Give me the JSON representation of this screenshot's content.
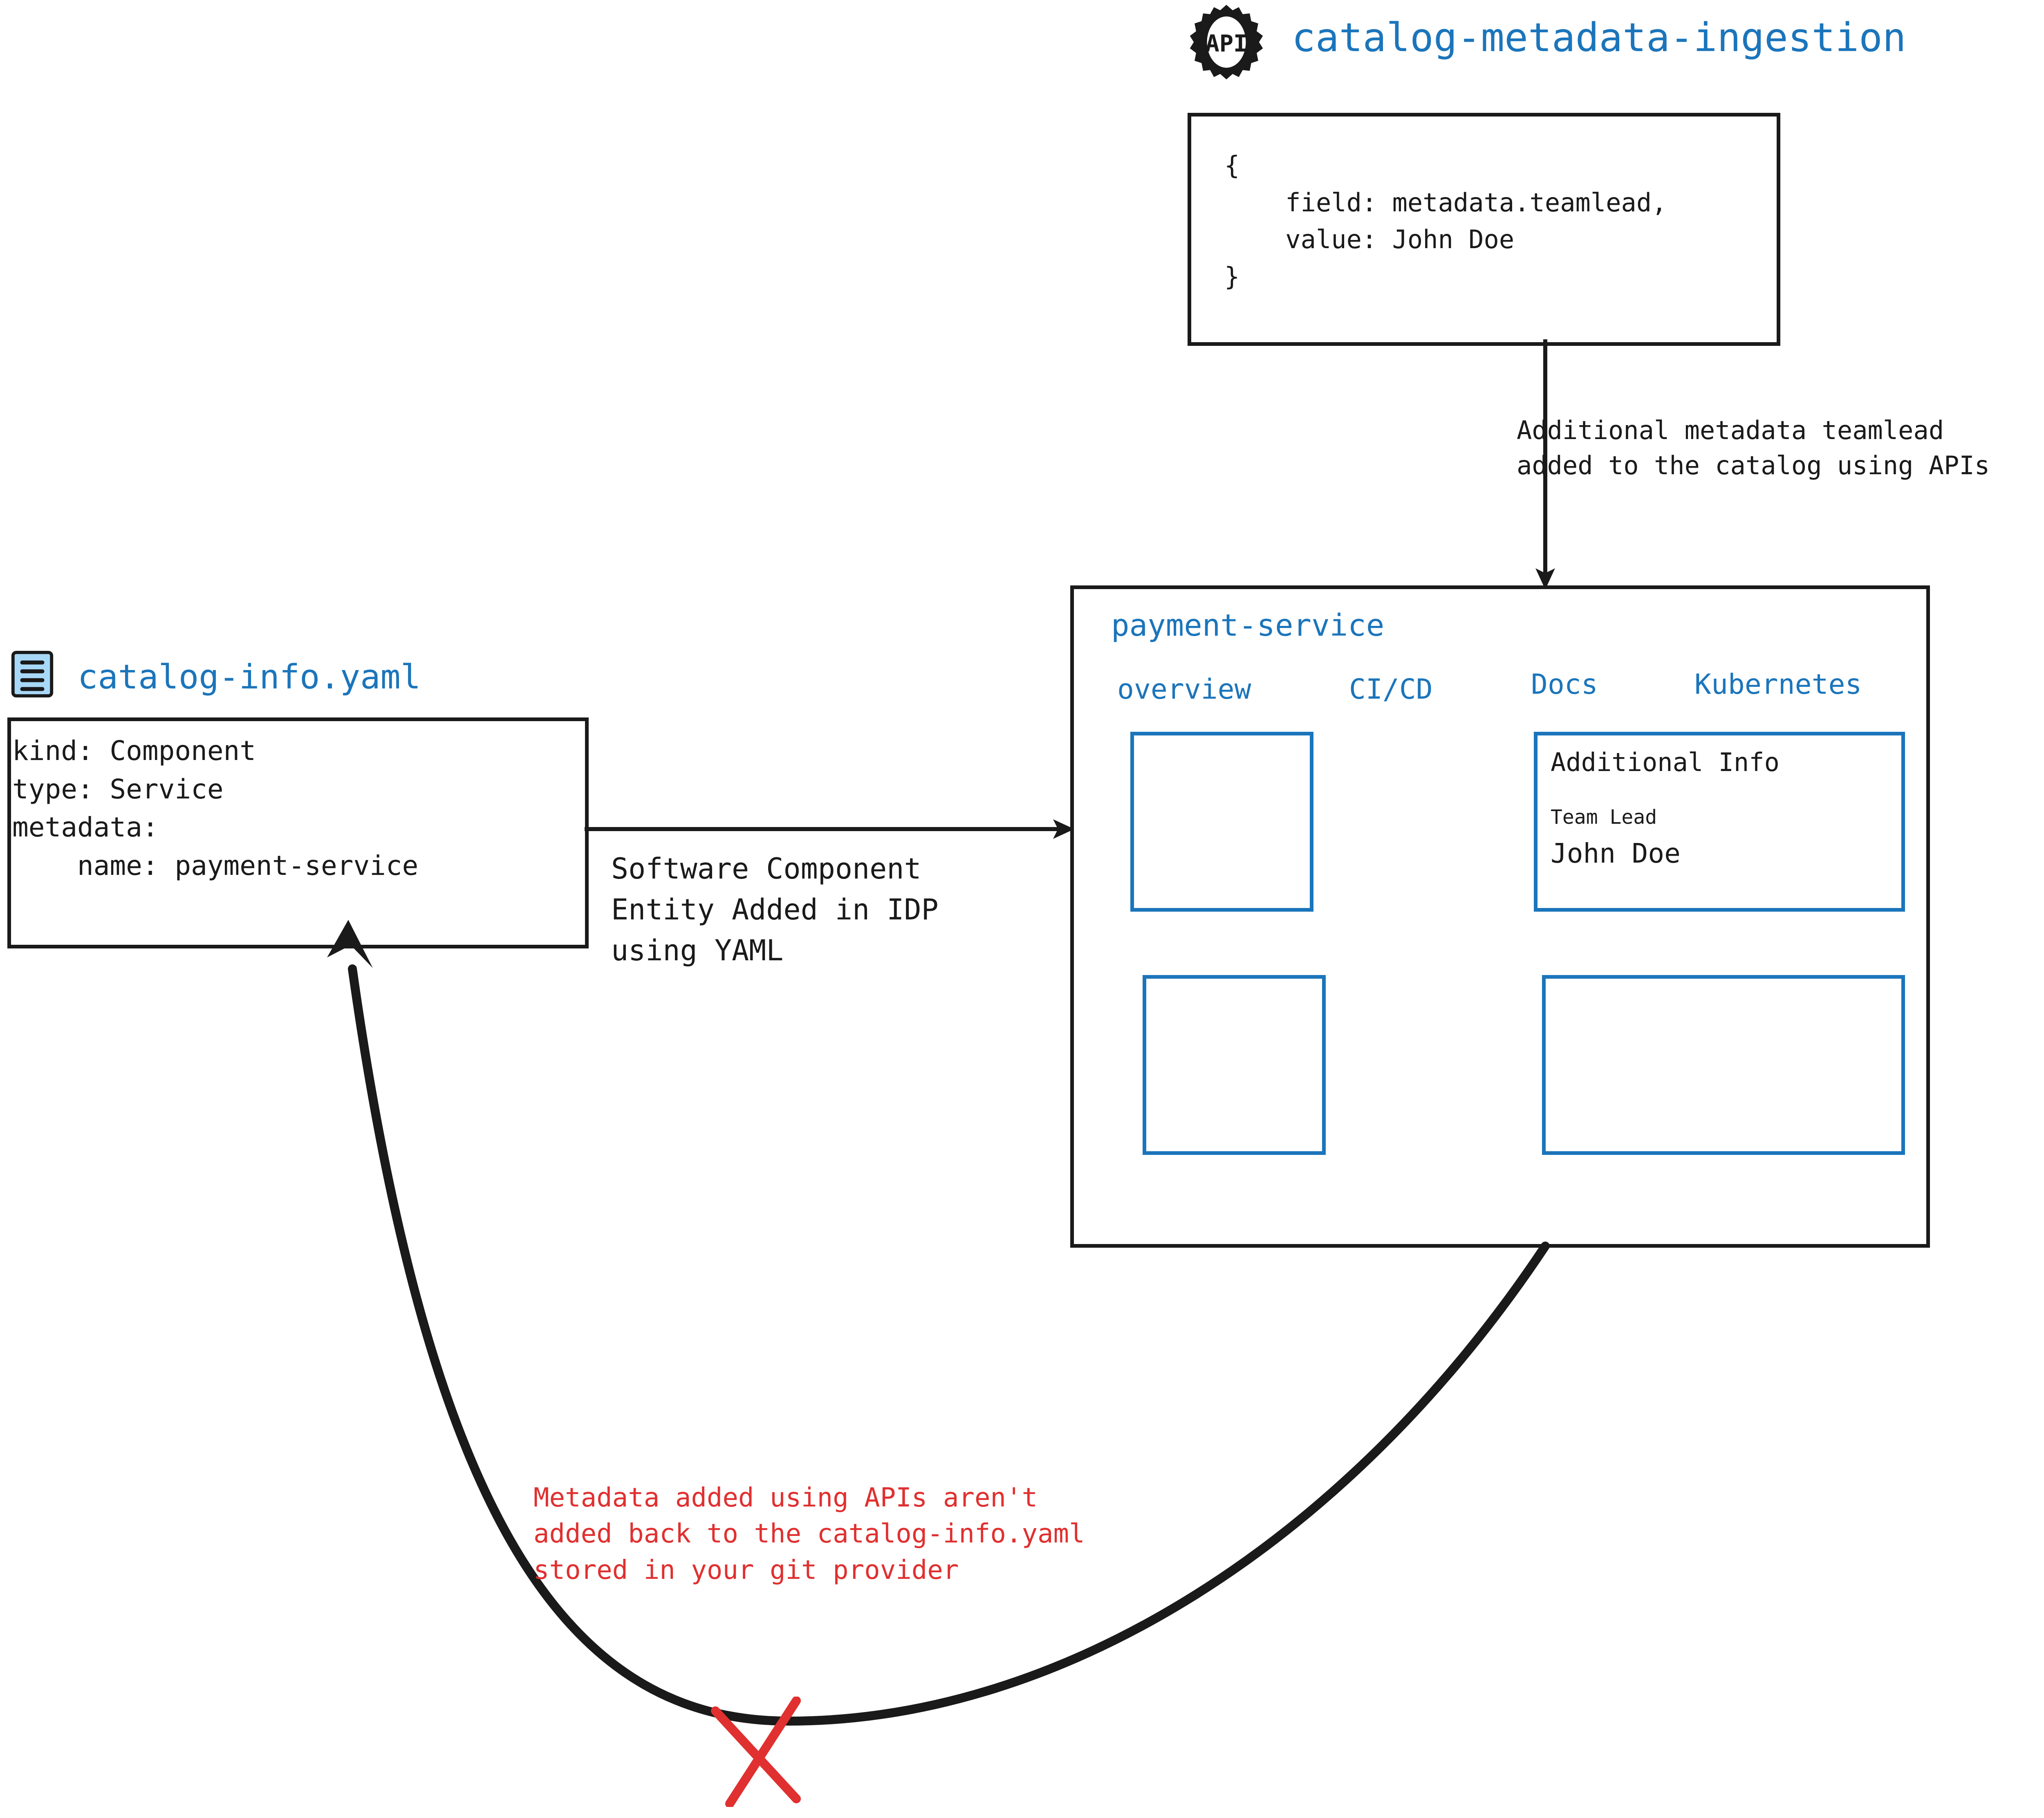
{
  "api_node": {
    "icon": "api-gear-icon",
    "icon_label": "API",
    "title": "catalog-metadata-ingestion",
    "code_lines": [
      "{",
      "    field: metadata.teamlead,",
      "    value: John Doe",
      "}"
    ],
    "code_block": "{\n    field: metadata.teamlead,\n    value: John Doe\n}"
  },
  "api_to_idp_edge": {
    "label": "Additional metadata teamlead\nadded to the catalog using APIs",
    "label_line1": "Additional metadata teamlead",
    "label_line2": "added to the catalog using APIs",
    "direction": "down"
  },
  "yaml_node": {
    "icon": "yaml-file-icon",
    "title": "catalog-info.yaml",
    "code_lines": [
      "kind: Component",
      "type: Service",
      "metadata:",
      "    name: payment-service"
    ],
    "code_block": "kind: Component\ntype: Service\nmetadata:\n    name: payment-service"
  },
  "yaml_to_idp_edge": {
    "label": "Software Component\nEntity Added in IDP\nusing YAML",
    "label_line1": "Software Component",
    "label_line2": "Entity Added in IDP",
    "label_line3": "using YAML",
    "direction": "right"
  },
  "idp_panel": {
    "entity_name": "payment-service",
    "tabs": [
      {
        "label": "overview"
      },
      {
        "label": "CI/CD"
      },
      {
        "label": "Docs"
      },
      {
        "label": "Kubernetes"
      }
    ],
    "cards": {
      "overview": {
        "content": ""
      },
      "additional_info": {
        "title": "Additional Info",
        "field_label": "Team Lead",
        "field_value": "John Doe"
      },
      "bottom_left": {
        "content": ""
      },
      "bottom_right": {
        "content": ""
      }
    }
  },
  "feedback_edge": {
    "note": "Metadata added using APIs aren't\nadded back to the catalog-info.yaml\nstored in your git provider",
    "note_line1": "Metadata added using APIs aren't",
    "note_line2": "added back to the catalog-info.yaml",
    "note_line3": "stored in your git provider",
    "blocked_marker": "red-x",
    "direction": "left-up"
  },
  "colors": {
    "accent_blue": "#1b75bb",
    "ink": "#1a1a1a",
    "warning_red": "#e03030",
    "yaml_icon_fill": "#a8d8f8"
  }
}
